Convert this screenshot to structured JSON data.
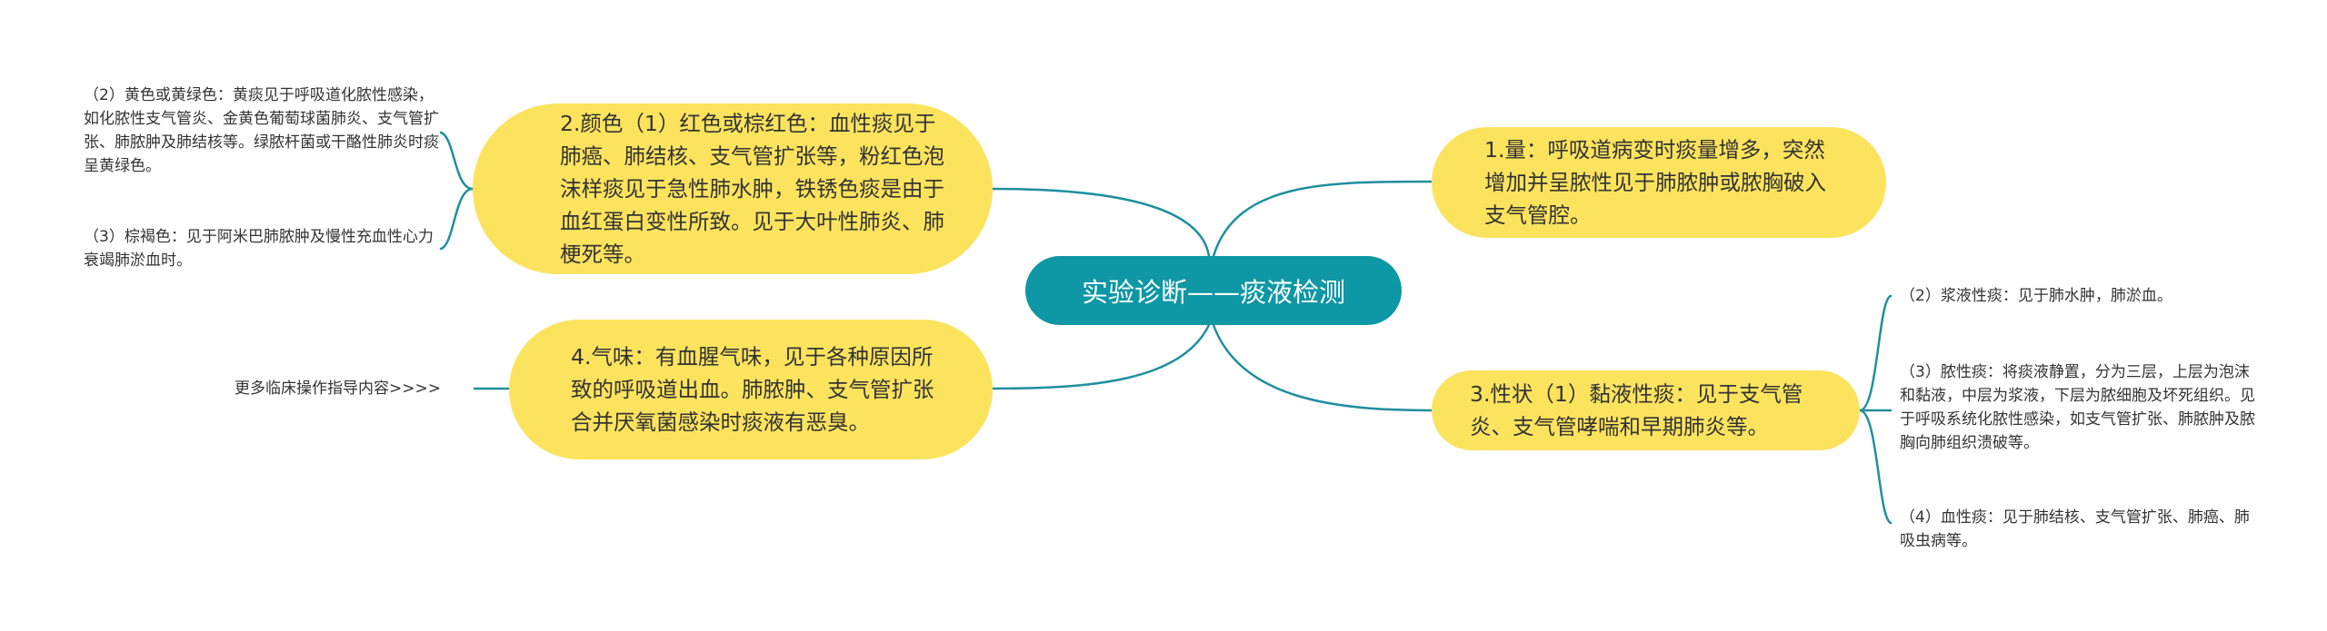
{
  "root": {
    "label": "实验诊断——痰液检测"
  },
  "branches": {
    "amount": {
      "text": "1.量：呼吸道病变时痰量增多，突然增加并呈脓性见于肺脓肿或脓胸破入支气管腔。"
    },
    "color": {
      "text": "2.颜色（1）红色或棕红色：血性痰见于肺癌、肺结核、支气管扩张等，粉红色泡沫样痰见于急性肺水肿，铁锈色痰是由于血红蛋白变性所致。见于大叶性肺炎、肺梗死等。"
    },
    "nature": {
      "text": "3.性状（1）黏液性痰：见于支气管炎、支气管哮喘和早期肺炎等。"
    },
    "odor": {
      "text": "4.气味：有血腥气味，见于各种原因所致的呼吸道出血。肺脓肿、支气管扩张合并厌氧菌感染时痰液有恶臭。"
    }
  },
  "leaves": {
    "color_yellow": "（2）黄色或黄绿色：黄痰见于呼吸道化脓性感染，如化脓性支气管炎、金黄色葡萄球菌肺炎、支气管扩张、肺脓肿及肺结核等。绿脓杆菌或干酪性肺炎时痰呈黄绿色。",
    "color_brown": "（3）棕褐色：见于阿米巴肺脓肿及慢性充血性心力衰竭肺淤血时。",
    "nature_serous": "（2）浆液性痰：见于肺水肿，肺淤血。",
    "nature_purulent": "（3）脓性痰：将痰液静置，分为三层，上层为泡沫和黏液，中层为浆液，下层为脓细胞及坏死组织。见于呼吸系统化脓性感染，如支气管扩张、肺脓肿及脓胸向肺组织溃破等。",
    "nature_bloody": "（4）血性痰：见于肺结核、支气管扩张、肺癌、肺吸虫病等。",
    "odor_more": "更多临床操作指导内容>>>>"
  },
  "colors": {
    "root_fill": "#0e97a5",
    "branch_fill": "#fbe35e",
    "link_stroke": "#1f8f9e",
    "text": "#333333"
  }
}
